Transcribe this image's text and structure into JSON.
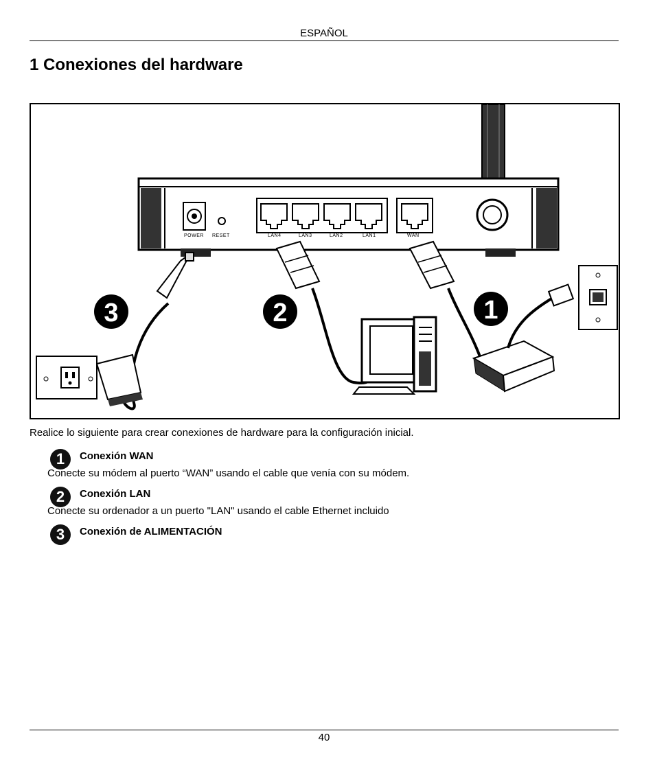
{
  "header": {
    "language": "ESPAÑOL"
  },
  "section": {
    "title": "1 Conexiones del hardware"
  },
  "figure": {
    "port_labels": [
      "POWER",
      "RESET",
      "LAN4",
      "LAN3",
      "LAN2",
      "LAN1",
      "WAN"
    ],
    "callouts": [
      "3",
      "2",
      "1"
    ]
  },
  "intro": "Realice lo siguiente para crear conexiones de hardware para la configuración inicial.",
  "steps": [
    {
      "number": "1",
      "title": "Conexión WAN",
      "description": "Conecte su módem al puerto “WAN” usando el cable que venía con su módem."
    },
    {
      "number": "2",
      "title": "Conexión LAN",
      "description": "Conecte su ordenador a un puerto \"LAN\" usando el cable Ethernet incluido"
    },
    {
      "number": "3",
      "title": "Conexión de ALIMENTACIÓN",
      "description": ""
    }
  ],
  "footer": {
    "page_number": "40"
  }
}
